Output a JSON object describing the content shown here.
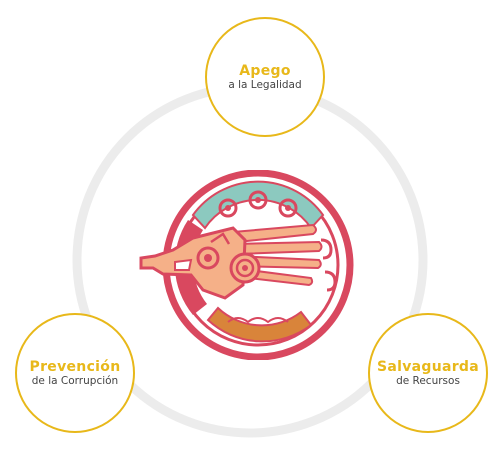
{
  "nodes": {
    "top": {
      "title": "Apego",
      "subtitle": "a la Legalidad"
    },
    "left": {
      "title": "Prevención",
      "subtitle": "de la Corrupción"
    },
    "right": {
      "title": "Salvaguarda",
      "subtitle": "de Recursos"
    }
  },
  "colors": {
    "ring": "#ececec",
    "node_border": "#e8b81a",
    "title": "#e8b81a",
    "emblem_red": "#d9485f",
    "emblem_teal": "#8cc9bf",
    "emblem_orange": "#d9843a",
    "emblem_peach": "#f5b088"
  }
}
